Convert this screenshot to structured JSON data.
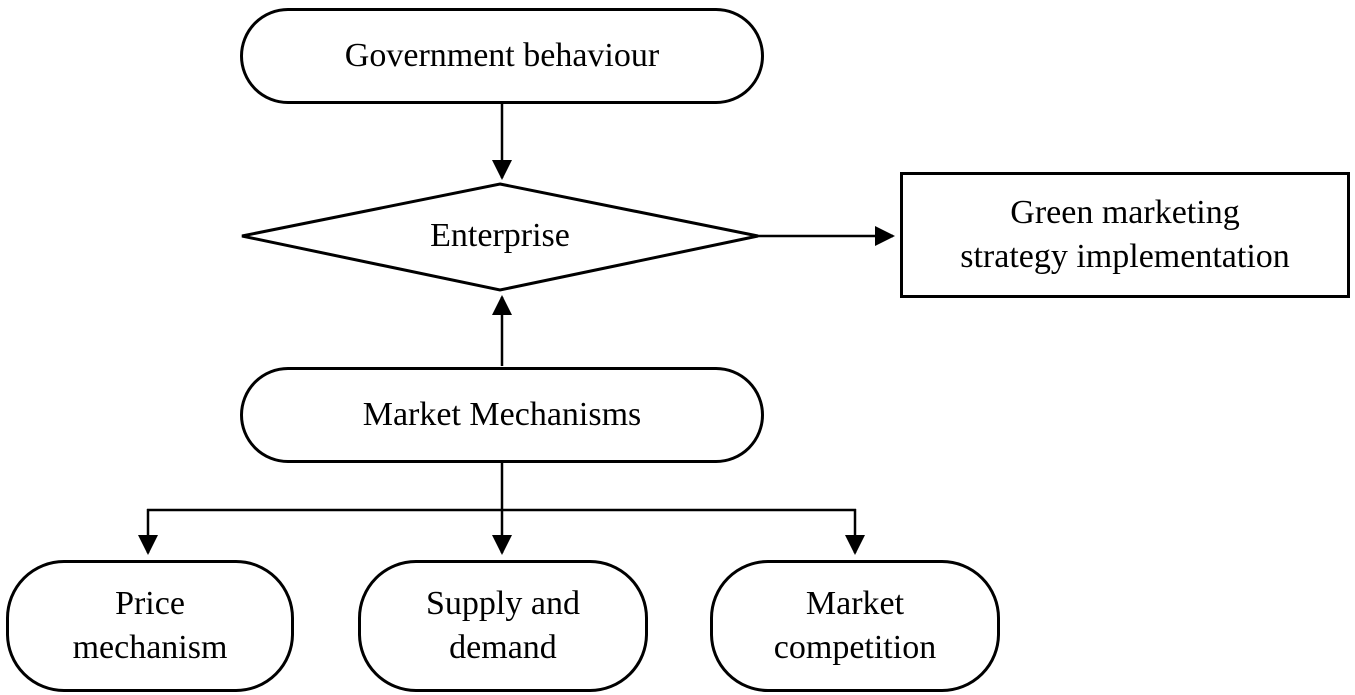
{
  "diagram": {
    "nodes": {
      "government": {
        "label": "Government behaviour",
        "shape": "stadium"
      },
      "enterprise": {
        "label": "Enterprise",
        "shape": "diamond"
      },
      "green_marketing": {
        "label": "Green marketing\nstrategy implementation",
        "shape": "rectangle"
      },
      "market_mechanisms": {
        "label": "Market Mechanisms",
        "shape": "stadium"
      },
      "price_mechanism": {
        "label": "Price\nmechanism",
        "shape": "stadium"
      },
      "supply_demand": {
        "label": "Supply and\ndemand",
        "shape": "stadium"
      },
      "market_competition": {
        "label": "Market\ncompetition",
        "shape": "stadium"
      }
    },
    "edges": [
      {
        "from": "Government behaviour",
        "to": "Enterprise",
        "direction": "down"
      },
      {
        "from": "Enterprise",
        "to": "Green marketing strategy implementation",
        "direction": "right"
      },
      {
        "from": "Market Mechanisms",
        "to": "Enterprise",
        "direction": "up"
      },
      {
        "from": "Market Mechanisms",
        "to": "Price mechanism",
        "direction": "down"
      },
      {
        "from": "Market Mechanisms",
        "to": "Supply and demand",
        "direction": "down"
      },
      {
        "from": "Market Mechanisms",
        "to": "Market competition",
        "direction": "down"
      }
    ],
    "colors": {
      "stroke": "#000000",
      "background": "#ffffff",
      "text": "#000000"
    }
  }
}
